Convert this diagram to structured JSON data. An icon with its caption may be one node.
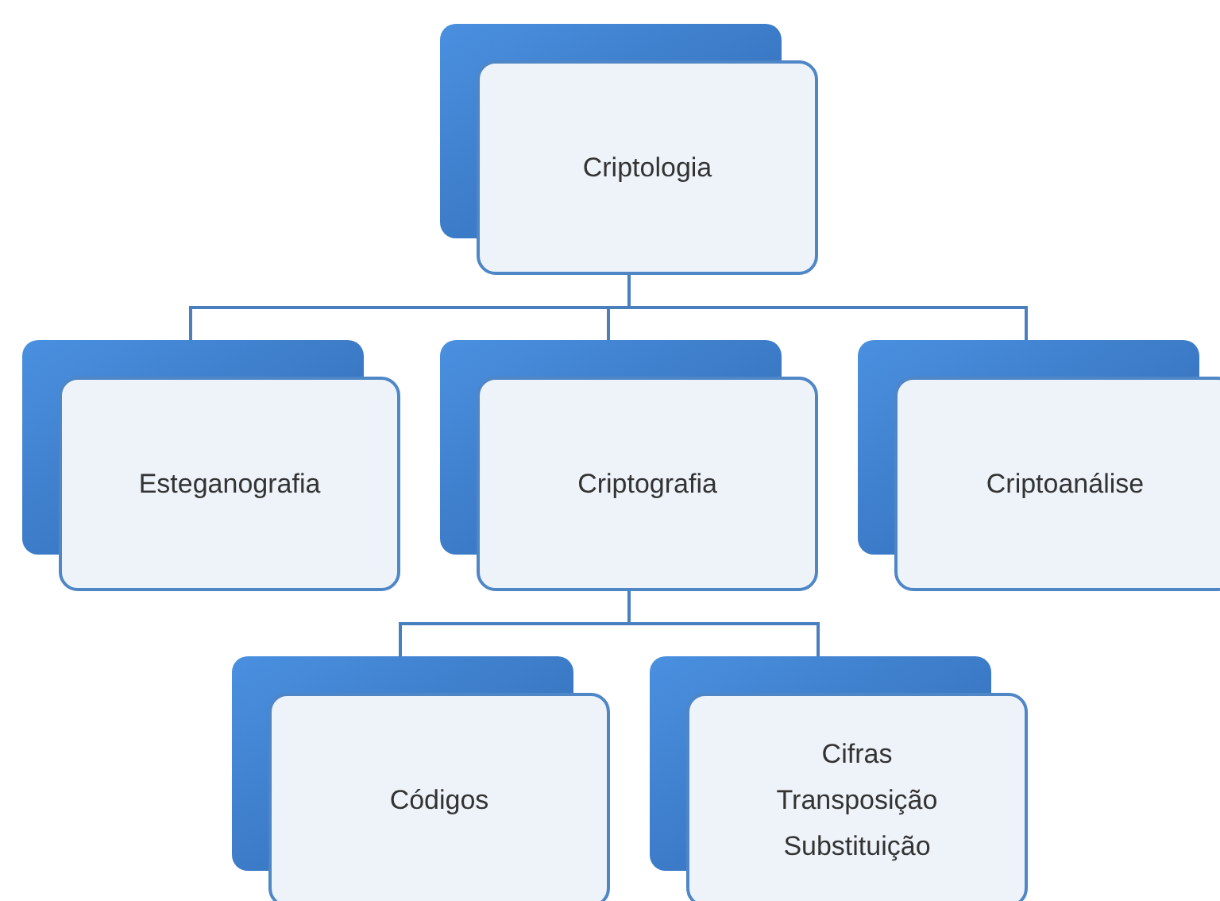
{
  "diagram": {
    "nodes": [
      {
        "text": [
          "Criptologia"
        ]
      },
      {
        "text": [
          "Esteganografia"
        ]
      },
      {
        "text": [
          "Criptografia"
        ]
      },
      {
        "text": [
          "Criptoanálise"
        ]
      },
      {
        "text": [
          "Códigos"
        ]
      },
      {
        "text": [
          "Cifras",
          "Transposição",
          "Substituição"
        ]
      }
    ],
    "edges": [
      {
        "from": 0,
        "to": 1,
        "arrow": "none"
      },
      {
        "from": 0,
        "to": 2,
        "arrow": "none"
      },
      {
        "from": 0,
        "to": 3,
        "arrow": "none"
      },
      {
        "from": 2,
        "to": 4,
        "arrow": "none"
      },
      {
        "from": 2,
        "to": 5,
        "arrow": "none"
      }
    ]
  }
}
